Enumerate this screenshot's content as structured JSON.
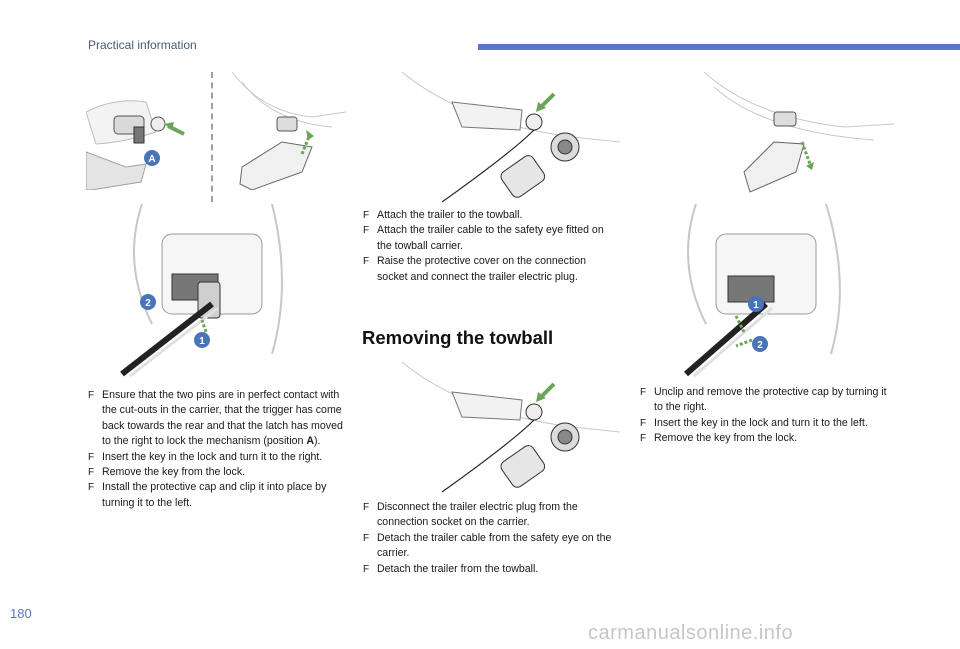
{
  "header": {
    "title": "Practical information"
  },
  "page_number": "180",
  "watermark": "carmanualsonline.info",
  "section_title": "Removing the towball",
  "bullet_symbol": "F",
  "callouts": {
    "a": "A",
    "one": "1",
    "two": "2"
  },
  "text_left": [
    "Ensure that the two pins are in perfect contact with the cut-outs in the carrier, that the trigger has come back towards the rear and that the latch has moved to the right to lock the mechanism (position ",
    "A",
    ").",
    "Insert the key in the lock and turn it to the right.",
    "Remove the key from the lock.",
    "Install the protective cap and clip it into place by turning it to the left."
  ],
  "text_middle_top": [
    "Attach the trailer to the towball.",
    "Attach the trailer cable to the safety eye fitted on the towball carrier.",
    "Raise the protective cover on the connection socket and connect the trailer electric plug."
  ],
  "text_middle_bottom": [
    "Disconnect the trailer electric plug from the connection socket on the carrier.",
    "Detach the trailer cable from the safety eye on the carrier.",
    "Detach the trailer from the towball."
  ],
  "text_right": [
    "Unclip and remove the protective cap by turning it to the right.",
    "Insert the key in the lock and turn it to the left.",
    "Remove the key from the lock."
  ],
  "colors": {
    "accent": "#5b76c4",
    "callout": "#4a74b8",
    "arrow": "#6aa55a"
  }
}
